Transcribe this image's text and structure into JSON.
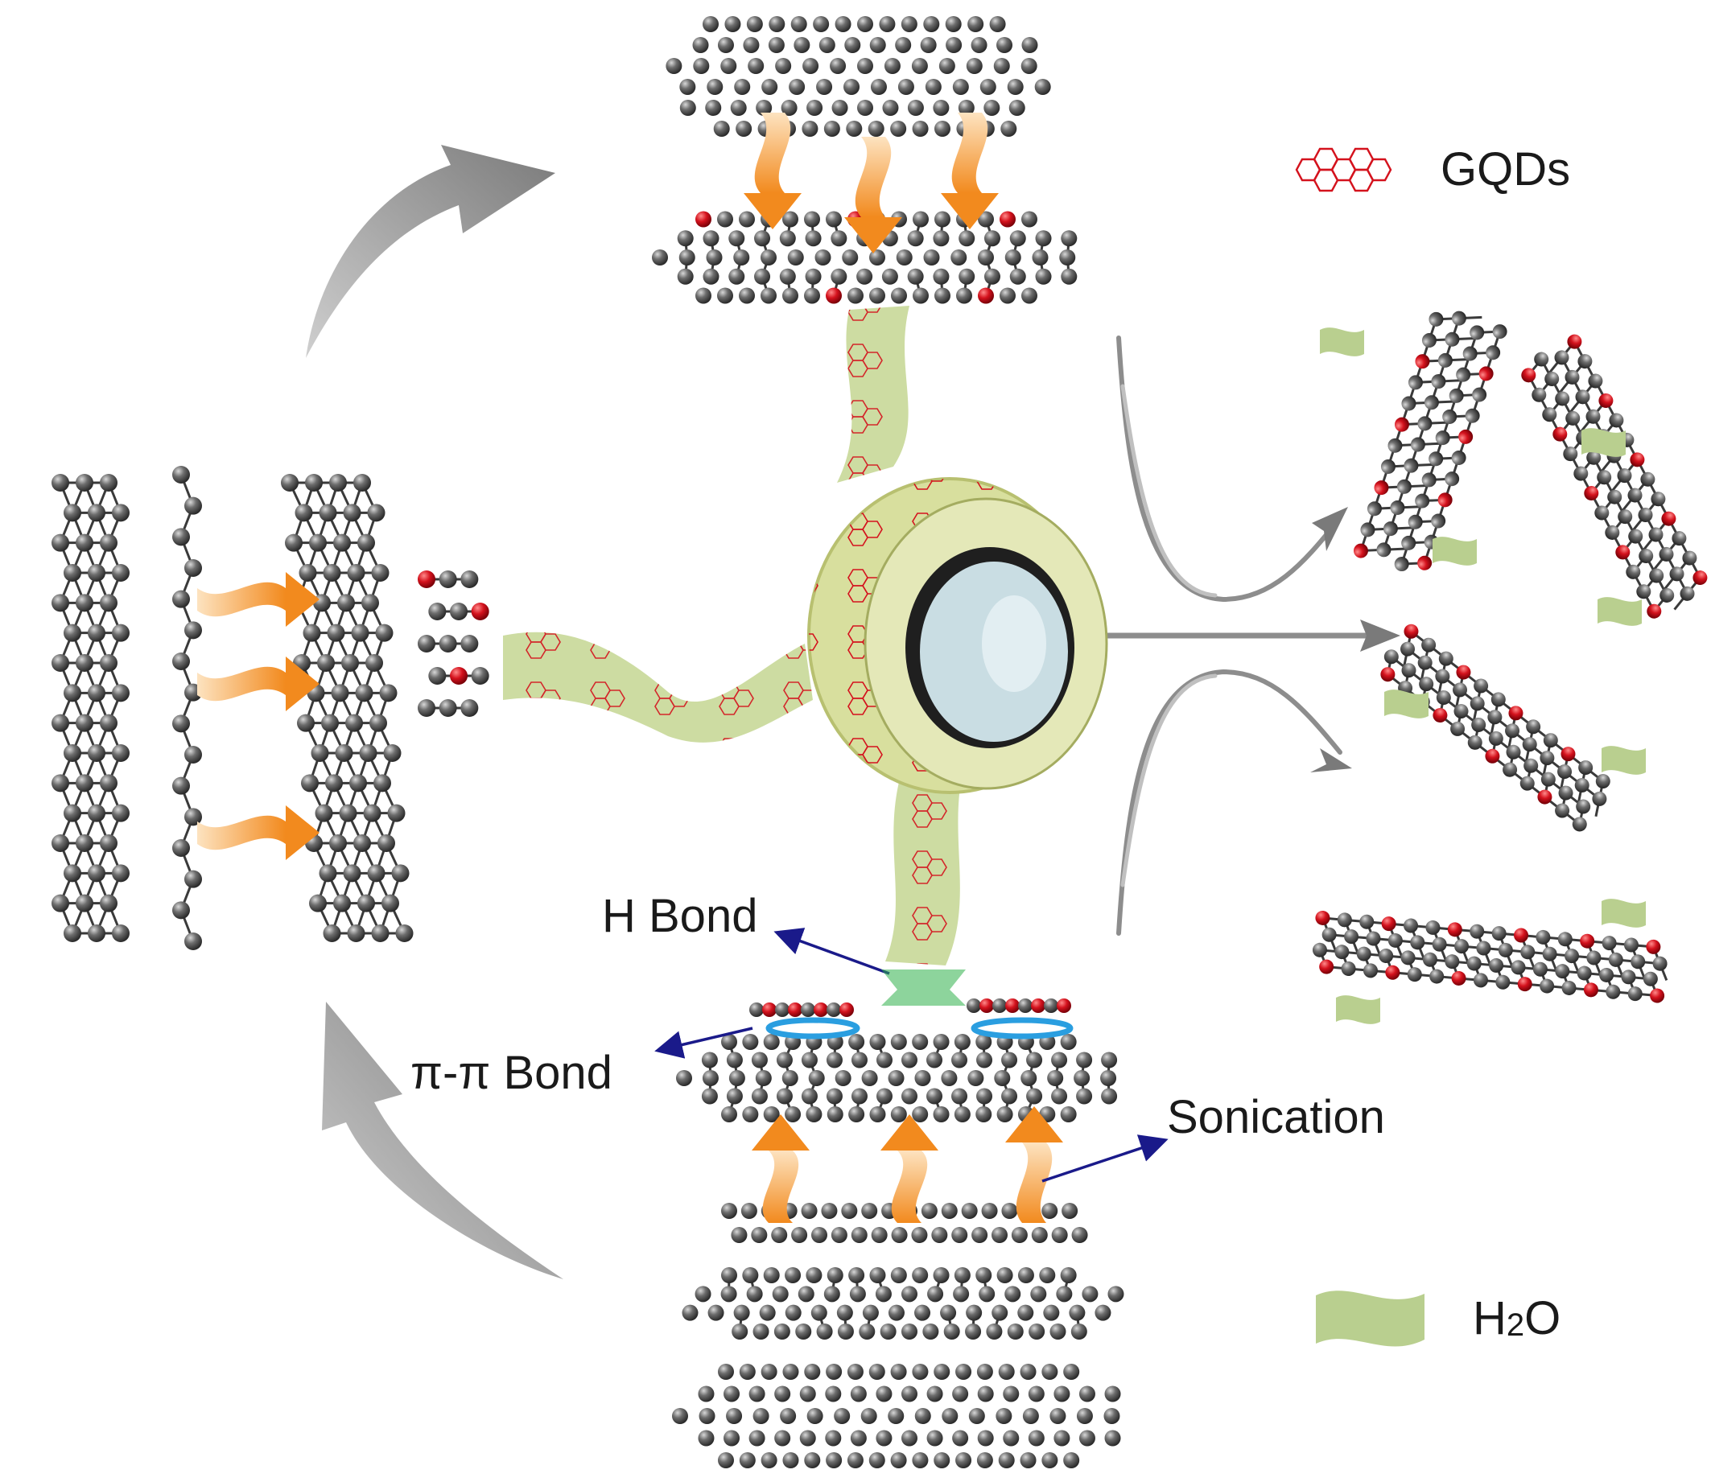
{
  "legend": {
    "gqds_label": "GQDs",
    "h2o_label_main": "H",
    "h2o_label_sub": "2",
    "h2o_label_end": "O"
  },
  "annotations": {
    "h_bond": "H Bond",
    "pi_bond": "π-π Bond",
    "sonication": "Sonication"
  },
  "colors": {
    "carbon_atom": "#5a5a5a",
    "oxygen_atom": "#d4121d",
    "gray_arrow": "#8a8a8a",
    "orange_arrow": "#f59a3a",
    "tape_green": "#c8d898",
    "water_green": "#b9cf8f",
    "annotation_line": "#1a1a8a",
    "pi_bond_blue": "#2a9ee0",
    "h_bond_green": "#2fb04a"
  }
}
